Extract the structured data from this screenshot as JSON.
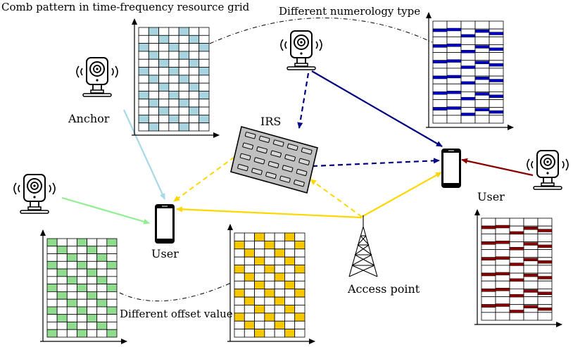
{
  "labels": {
    "comb_title": "Comb pattern in time-frequency resource grid",
    "numerology_title": "Different numerology type",
    "anchor": "Anchor",
    "irs": "IRS",
    "user_left": "User",
    "user_right": "User",
    "access_point": "Access point",
    "offset_value": "Different offset value"
  },
  "colors": {
    "comb_light_blue": "#a8d4e0",
    "comb_green": "#8fdc8f",
    "comb_yellow": "#f5c800",
    "numerology_blue": "#0000cc",
    "numerology_red": "#8b0000",
    "link_light_blue": "#a8d8e8",
    "link_green": "#90ee90",
    "link_yellow": "#ffd700",
    "link_navy": "#000080",
    "link_dark_red": "#8b0000",
    "irs_fill": "#c0c0c0"
  },
  "icons": [
    "camera-anchor-icon",
    "smartphone-icon",
    "irs-panel-icon",
    "antenna-tower-icon",
    "axes-icon"
  ],
  "grids": {
    "comb_blue": {
      "rows": 13,
      "cols": 7,
      "offset": 1,
      "spacing": 3
    },
    "comb_green": {
      "rows": 13,
      "cols": 7,
      "offset": 0,
      "spacing": 3
    },
    "comb_yellow": {
      "rows": 13,
      "cols": 7,
      "offset": 2,
      "spacing": 3
    },
    "numerology_blue": {
      "rows": 13,
      "cols": 5
    },
    "numerology_red": {
      "rows": 13,
      "cols": 5
    }
  }
}
